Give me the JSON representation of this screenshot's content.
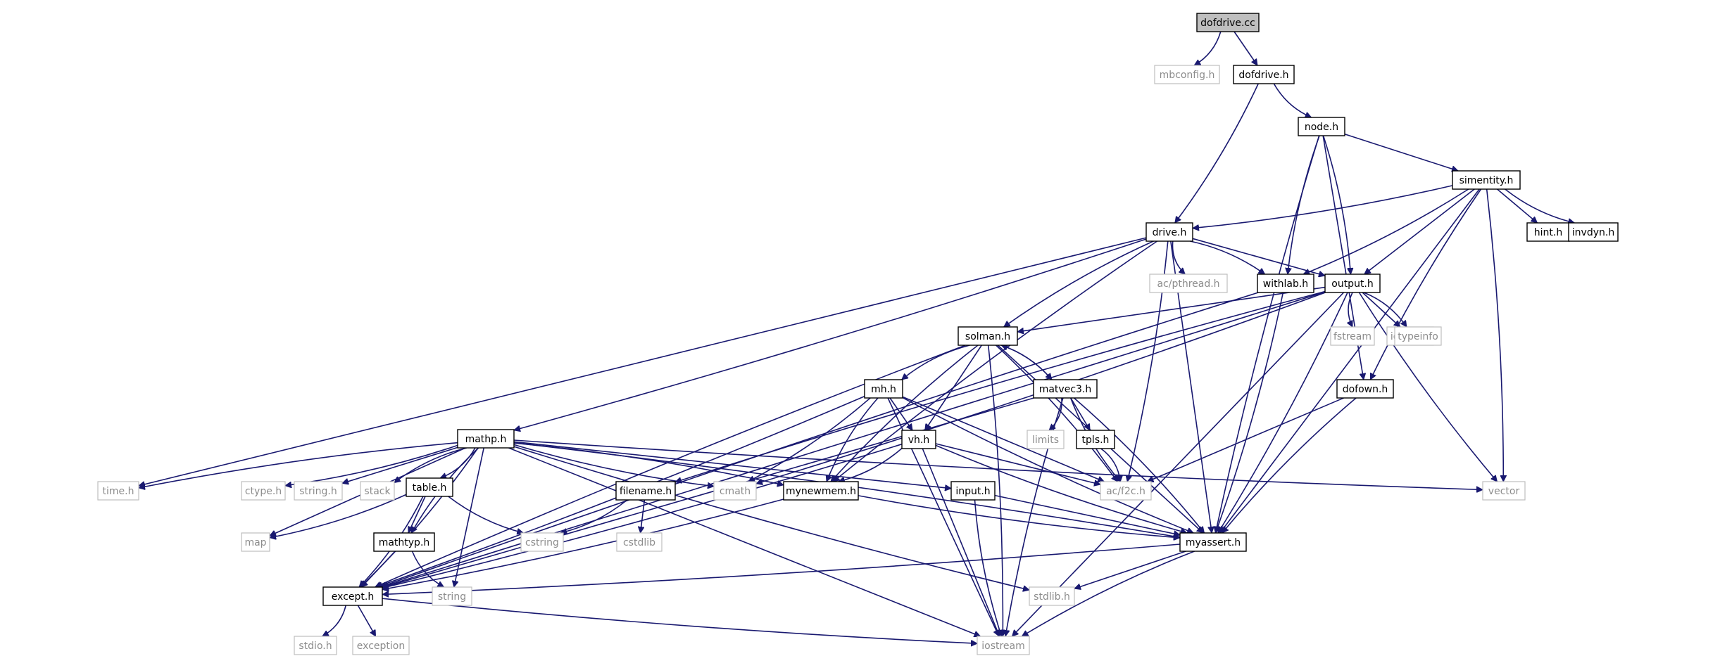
{
  "diagram": {
    "nodes": [
      {
        "id": "dofdrive_cc",
        "label": "dofdrive.cc",
        "kind": "root"
      },
      {
        "id": "mbconfig_h",
        "label": "mbconfig.h",
        "kind": "external"
      },
      {
        "id": "dofdrive_h",
        "label": "dofdrive.h",
        "kind": "local"
      },
      {
        "id": "node_h",
        "label": "node.h",
        "kind": "local"
      },
      {
        "id": "simentity_h",
        "label": "simentity.h",
        "kind": "local"
      },
      {
        "id": "drive_h",
        "label": "drive.h",
        "kind": "local"
      },
      {
        "id": "hint_h",
        "label": "hint.h",
        "kind": "local"
      },
      {
        "id": "invdyn_h",
        "label": "invdyn.h",
        "kind": "local"
      },
      {
        "id": "ac_pthread_h",
        "label": "ac/pthread.h",
        "kind": "external"
      },
      {
        "id": "withlab_h",
        "label": "withlab.h",
        "kind": "local"
      },
      {
        "id": "output_h",
        "label": "output.h",
        "kind": "local"
      },
      {
        "id": "iomanip",
        "label": "iomanip",
        "kind": "external"
      },
      {
        "id": "fstream",
        "label": "fstream",
        "kind": "external"
      },
      {
        "id": "typeinfo",
        "label": "typeinfo",
        "kind": "external"
      },
      {
        "id": "solman_h",
        "label": "solman.h",
        "kind": "local"
      },
      {
        "id": "mh_h",
        "label": "mh.h",
        "kind": "local"
      },
      {
        "id": "matvec3_h",
        "label": "matvec3.h",
        "kind": "local"
      },
      {
        "id": "dofown_h",
        "label": "dofown.h",
        "kind": "local"
      },
      {
        "id": "limits",
        "label": "limits",
        "kind": "external"
      },
      {
        "id": "tpls_h",
        "label": "tpls.h",
        "kind": "local"
      },
      {
        "id": "mathp_h",
        "label": "mathp.h",
        "kind": "local"
      },
      {
        "id": "vh_h",
        "label": "vh.h",
        "kind": "local"
      },
      {
        "id": "time_h",
        "label": "time.h",
        "kind": "external"
      },
      {
        "id": "ctype_h",
        "label": "ctype.h",
        "kind": "external"
      },
      {
        "id": "string_h",
        "label": "string.h",
        "kind": "external"
      },
      {
        "id": "stack",
        "label": "stack",
        "kind": "external"
      },
      {
        "id": "table_h",
        "label": "table.h",
        "kind": "local"
      },
      {
        "id": "filename_h",
        "label": "filename.h",
        "kind": "local"
      },
      {
        "id": "cmath",
        "label": "cmath",
        "kind": "external"
      },
      {
        "id": "mynewmem_h",
        "label": "mynewmem.h",
        "kind": "local"
      },
      {
        "id": "input_h",
        "label": "input.h",
        "kind": "local"
      },
      {
        "id": "ac_f2c_h",
        "label": "ac/f2c.h",
        "kind": "external"
      },
      {
        "id": "vector",
        "label": "vector",
        "kind": "external"
      },
      {
        "id": "map",
        "label": "map",
        "kind": "external"
      },
      {
        "id": "mathtyp_h",
        "label": "mathtyp.h",
        "kind": "local"
      },
      {
        "id": "cstring",
        "label": "cstring",
        "kind": "external"
      },
      {
        "id": "cstdlib",
        "label": "cstdlib",
        "kind": "external"
      },
      {
        "id": "myassert_h",
        "label": "myassert.h",
        "kind": "local"
      },
      {
        "id": "except_h",
        "label": "except.h",
        "kind": "local"
      },
      {
        "id": "string",
        "label": "string",
        "kind": "external"
      },
      {
        "id": "stdlib_h",
        "label": "stdlib.h",
        "kind": "external"
      },
      {
        "id": "stdio_h",
        "label": "stdio.h",
        "kind": "external"
      },
      {
        "id": "exception",
        "label": "exception",
        "kind": "external"
      },
      {
        "id": "iostream",
        "label": "iostream",
        "kind": "external"
      }
    ],
    "edges": [
      [
        "dofdrive_cc",
        "mbconfig_h"
      ],
      [
        "dofdrive_cc",
        "dofdrive_h"
      ],
      [
        "dofdrive_h",
        "node_h"
      ],
      [
        "dofdrive_h",
        "drive_h"
      ],
      [
        "node_h",
        "simentity_h"
      ],
      [
        "node_h",
        "withlab_h"
      ],
      [
        "node_h",
        "output_h"
      ],
      [
        "node_h",
        "dofown_h"
      ],
      [
        "node_h",
        "myassert_h"
      ],
      [
        "simentity_h",
        "drive_h"
      ],
      [
        "simentity_h",
        "hint_h"
      ],
      [
        "simentity_h",
        "invdyn_h"
      ],
      [
        "simentity_h",
        "withlab_h"
      ],
      [
        "simentity_h",
        "output_h"
      ],
      [
        "simentity_h",
        "dofown_h"
      ],
      [
        "simentity_h",
        "vector"
      ],
      [
        "simentity_h",
        "myassert_h"
      ],
      [
        "drive_h",
        "ac_pthread_h"
      ],
      [
        "drive_h",
        "withlab_h"
      ],
      [
        "drive_h",
        "output_h"
      ],
      [
        "drive_h",
        "solman_h"
      ],
      [
        "drive_h",
        "mathp_h"
      ],
      [
        "drive_h",
        "time_h"
      ],
      [
        "drive_h",
        "mynewmem_h"
      ],
      [
        "drive_h",
        "ac_f2c_h"
      ],
      [
        "drive_h",
        "myassert_h"
      ],
      [
        "withlab_h",
        "except_h"
      ],
      [
        "withlab_h",
        "myassert_h"
      ],
      [
        "output_h",
        "iomanip"
      ],
      [
        "output_h",
        "fstream"
      ],
      [
        "output_h",
        "typeinfo"
      ],
      [
        "output_h",
        "solman_h"
      ],
      [
        "output_h",
        "filename_h"
      ],
      [
        "output_h",
        "cmath"
      ],
      [
        "output_h",
        "except_h"
      ],
      [
        "output_h",
        "vector"
      ],
      [
        "output_h",
        "myassert_h"
      ],
      [
        "output_h",
        "iostream"
      ],
      [
        "solman_h",
        "mh_h"
      ],
      [
        "solman_h",
        "matvec3_h"
      ],
      [
        "solman_h",
        "vh_h"
      ],
      [
        "solman_h",
        "mynewmem_h"
      ],
      [
        "solman_h",
        "ac_f2c_h"
      ],
      [
        "solman_h",
        "myassert_h"
      ],
      [
        "solman_h",
        "except_h"
      ],
      [
        "solman_h",
        "iostream"
      ],
      [
        "mh_h",
        "vh_h"
      ],
      [
        "mh_h",
        "mynewmem_h"
      ],
      [
        "mh_h",
        "cmath"
      ],
      [
        "mh_h",
        "ac_f2c_h"
      ],
      [
        "mh_h",
        "myassert_h"
      ],
      [
        "mh_h",
        "except_h"
      ],
      [
        "mh_h",
        "iostream"
      ],
      [
        "matvec3_h",
        "solman_h"
      ],
      [
        "matvec3_h",
        "limits"
      ],
      [
        "matvec3_h",
        "tpls_h"
      ],
      [
        "matvec3_h",
        "ac_f2c_h"
      ],
      [
        "matvec3_h",
        "myassert_h"
      ],
      [
        "matvec3_h",
        "except_h"
      ],
      [
        "matvec3_h",
        "iostream"
      ],
      [
        "tpls_h",
        "ac_f2c_h"
      ],
      [
        "dofown_h",
        "ac_f2c_h"
      ],
      [
        "dofown_h",
        "myassert_h"
      ],
      [
        "vh_h",
        "mynewmem_h"
      ],
      [
        "vh_h",
        "ac_f2c_h"
      ],
      [
        "vh_h",
        "myassert_h"
      ],
      [
        "vh_h",
        "except_h"
      ],
      [
        "vh_h",
        "iostream"
      ],
      [
        "mathp_h",
        "time_h"
      ],
      [
        "mathp_h",
        "ctype_h"
      ],
      [
        "mathp_h",
        "string_h"
      ],
      [
        "mathp_h",
        "stack"
      ],
      [
        "mathp_h",
        "table_h"
      ],
      [
        "mathp_h",
        "map"
      ],
      [
        "mathp_h",
        "mathtyp_h"
      ],
      [
        "mathp_h",
        "except_h"
      ],
      [
        "mathp_h",
        "string"
      ],
      [
        "mathp_h",
        "cmath"
      ],
      [
        "mathp_h",
        "mynewmem_h"
      ],
      [
        "mathp_h",
        "input_h"
      ],
      [
        "mathp_h",
        "stdlib_h"
      ],
      [
        "mathp_h",
        "myassert_h"
      ],
      [
        "mathp_h",
        "iostream"
      ],
      [
        "mathp_h",
        "vector"
      ],
      [
        "table_h",
        "map"
      ],
      [
        "table_h",
        "mathtyp_h"
      ],
      [
        "table_h",
        "cstring"
      ],
      [
        "table_h",
        "except_h"
      ],
      [
        "mathtyp_h",
        "except_h"
      ],
      [
        "mathtyp_h",
        "string"
      ],
      [
        "filename_h",
        "cstring"
      ],
      [
        "filename_h",
        "cstdlib"
      ],
      [
        "mynewmem_h",
        "myassert_h"
      ],
      [
        "mynewmem_h",
        "except_h"
      ],
      [
        "input_h",
        "myassert_h"
      ],
      [
        "input_h",
        "iostream"
      ],
      [
        "myassert_h",
        "except_h"
      ],
      [
        "myassert_h",
        "stdlib_h"
      ],
      [
        "myassert_h",
        "iostream"
      ],
      [
        "except_h",
        "stdio_h"
      ],
      [
        "except_h",
        "exception"
      ],
      [
        "except_h",
        "iostream"
      ]
    ]
  }
}
